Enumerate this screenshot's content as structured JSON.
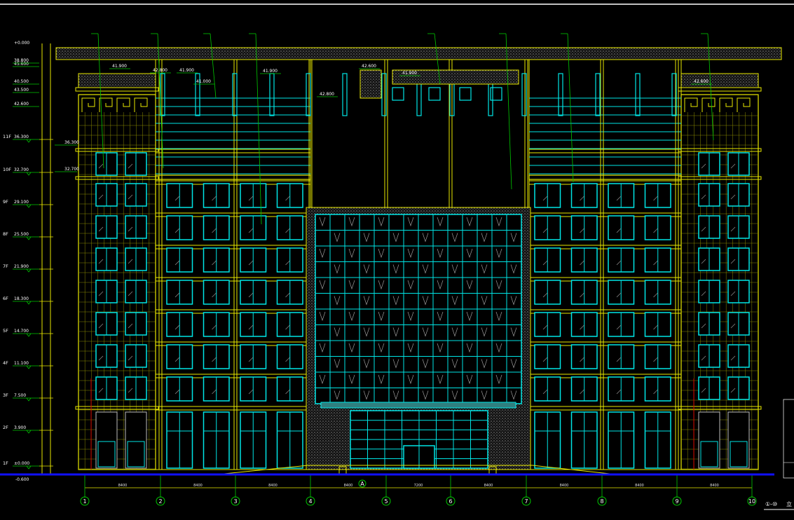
{
  "drawing": {
    "colors": {
      "background": "#000000",
      "structure": "#e8e800",
      "glazing": "#00e5e5",
      "leader": "#00c800",
      "ground": "#0000ff",
      "text": "#ffffff",
      "hatch": "#b8b8b8",
      "column_red": "#d00000"
    },
    "top_level": "+0.000",
    "ground_level": "-0.600",
    "floors": [
      {
        "label": "11F",
        "level": "36.300"
      },
      {
        "label": "10F",
        "level": "32.700"
      },
      {
        "label": "9F",
        "level": "29.100"
      },
      {
        "label": "8F",
        "level": "25.500"
      },
      {
        "label": "7F",
        "level": "21.900"
      },
      {
        "label": "6F",
        "level": "18.300"
      },
      {
        "label": "5F",
        "level": "14.700"
      },
      {
        "label": "4F",
        "level": "11.100"
      },
      {
        "label": "3F",
        "level": "7.500"
      },
      {
        "label": "2F",
        "level": "3.900"
      },
      {
        "label": "1F",
        "level": "±0.000"
      }
    ],
    "upper_levels": [
      "45.600",
      "43.500",
      "42.600",
      "40.500",
      "38.800"
    ],
    "side_levels": [
      "36.300",
      "32.700"
    ],
    "roof_annotations": [
      "41.900",
      "42.800",
      "41.900",
      "41.000",
      "41.900",
      "42.800",
      "42.600",
      "41.900",
      "42.600"
    ],
    "axes": [
      "1",
      "2",
      "3",
      "4",
      "5",
      "6",
      "7",
      "8",
      "9",
      "10"
    ],
    "bottom_marker": "A",
    "spans": [
      "8400",
      "8400",
      "8400",
      "8400",
      "7200",
      "8400",
      "8400",
      "8400",
      "8400"
    ],
    "title": "①-⑩",
    "title_suffix": "立"
  }
}
